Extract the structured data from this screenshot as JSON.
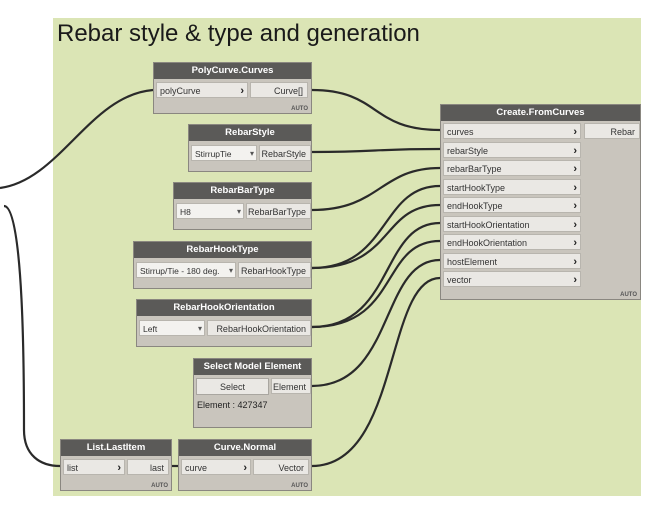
{
  "group_title": "Rebar style & type and generation",
  "nodes": {
    "polycurve": {
      "title": "PolyCurve.Curves",
      "input": "polyCurve",
      "output": "Curve[]",
      "lacing": "AUTO"
    },
    "rebarstyle": {
      "title": "RebarStyle",
      "value": "StirrupTie",
      "output": "RebarStyle"
    },
    "rebarbartype": {
      "title": "RebarBarType",
      "value": "H8",
      "output": "RebarBarType"
    },
    "rebarhooktype": {
      "title": "RebarHookType",
      "value": "Stirrup/Tie - 180 deg.",
      "output": "RebarHookType"
    },
    "rebarhookorientation": {
      "title": "RebarHookOrientation",
      "value": "Left",
      "output": "RebarHookOrientation"
    },
    "selectmodel": {
      "title": "Select Model Element",
      "button": "Select",
      "output": "Element",
      "info": "Element : 427347"
    },
    "listlastitem": {
      "title": "List.LastItem",
      "input": "list",
      "output": "last",
      "lacing": "AUTO"
    },
    "curvenormal": {
      "title": "Curve.Normal",
      "input": "curve",
      "output": "Vector",
      "lacing": "AUTO"
    },
    "createfromcurves": {
      "title": "Create.FromCurves",
      "inputs": [
        "curves",
        "rebarStyle",
        "rebarBarType",
        "startHookType",
        "endHookType",
        "startHookOrientation",
        "endHookOrientation",
        "hostElement",
        "vector"
      ],
      "output": "Rebar",
      "lacing": "AUTO"
    }
  },
  "colors": {
    "group_bg": "#dbe5b5",
    "node_header": "#5b5a58",
    "node_body": "#c9c5bd",
    "wire": "#2a2a2a"
  },
  "icons": {
    "input_port": "chevron-right-icon",
    "dropdown": "chevron-down-icon"
  }
}
